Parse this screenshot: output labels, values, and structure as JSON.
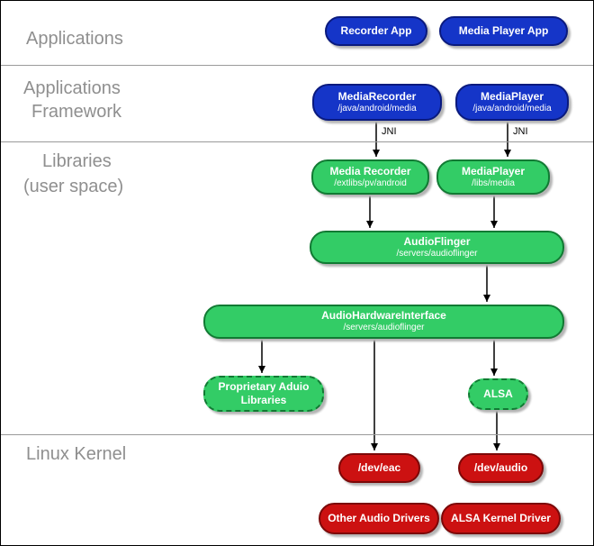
{
  "layers": {
    "applications": {
      "label": "Applications"
    },
    "framework": {
      "line1": "Applications",
      "line2": "Framework"
    },
    "libraries": {
      "line1": "Libraries",
      "line2": "(user space)"
    },
    "kernel": {
      "label": "Linux Kernel"
    }
  },
  "annotations": {
    "jni_left": "JNI",
    "jni_right": "JNI"
  },
  "nodes": {
    "recorder_app": {
      "label": "Recorder App"
    },
    "media_player_app": {
      "label": "Media Player App"
    },
    "media_recorder_fw": {
      "label": "MediaRecorder",
      "path": "/java/android/media"
    },
    "media_player_fw": {
      "label": "MediaPlayer",
      "path": "/java/android/media"
    },
    "media_recorder_lib": {
      "label": "Media Recorder",
      "path": "/extlibs/pv/android"
    },
    "media_player_lib": {
      "label": "MediaPlayer",
      "path": "/libs/media"
    },
    "audio_flinger": {
      "label": "AudioFlinger",
      "path": "/servers/audioflinger"
    },
    "audio_hardware_interface": {
      "label": "AudioHardwareInterface",
      "path": "/servers/audioflinger"
    },
    "proprietary_audio_libraries": {
      "line1": "Proprietary Aduio",
      "line2": "Libraries"
    },
    "alsa": {
      "label": "ALSA"
    },
    "dev_eac": {
      "label": "/dev/eac"
    },
    "dev_audio": {
      "label": "/dev/audio"
    },
    "other_audio_drivers": {
      "label": "Other Audio Drivers"
    },
    "alsa_kernel_driver": {
      "label": "ALSA Kernel Driver"
    }
  },
  "colors": {
    "app_blue": "#1535c8",
    "app_blue_border": "#0a1a7e",
    "lib_green": "#33cc66",
    "lib_green_border": "#117a33",
    "kernel_red": "#cc1111",
    "kernel_red_border": "#7c0808",
    "layer_label_gray": "#8f8f8f",
    "divider_gray": "#9a9a9a",
    "shadow_gray": "#b4b4b4"
  }
}
